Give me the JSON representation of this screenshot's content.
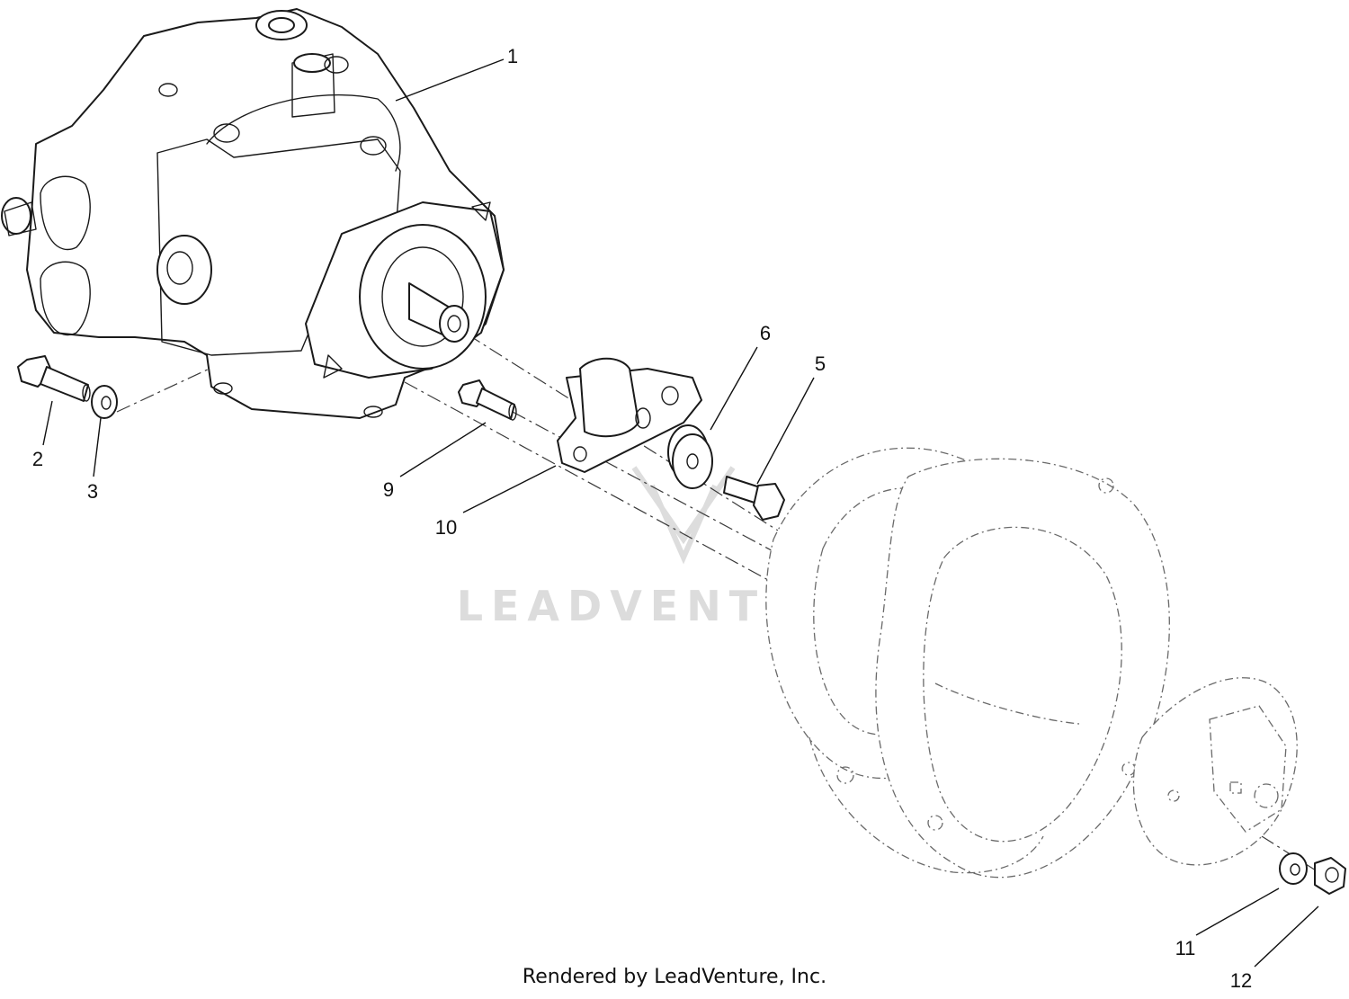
{
  "diagram": {
    "callouts": [
      {
        "id": "1",
        "label": "1"
      },
      {
        "id": "2",
        "label": "2"
      },
      {
        "id": "3",
        "label": "3"
      },
      {
        "id": "5",
        "label": "5"
      },
      {
        "id": "6",
        "label": "6"
      },
      {
        "id": "9",
        "label": "9"
      },
      {
        "id": "10",
        "label": "10"
      },
      {
        "id": "11",
        "label": "11"
      },
      {
        "id": "12",
        "label": "12"
      }
    ]
  },
  "watermark": {
    "text": "LEADVENTURE"
  },
  "footer": {
    "text": "Rendered by LeadVenture, Inc."
  }
}
